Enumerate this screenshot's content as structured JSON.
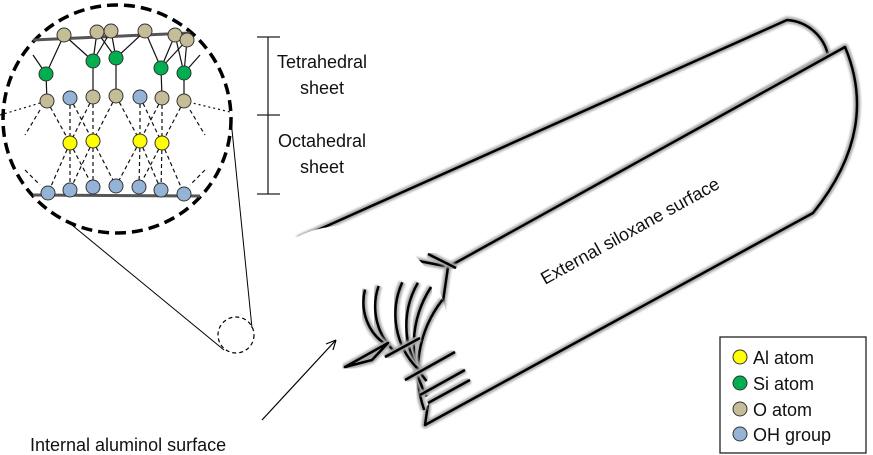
{
  "labels": {
    "tetrahedral_line1": "Tetrahedral",
    "tetrahedral_line2": "sheet",
    "octahedral_line1": "Octahedral",
    "octahedral_line2": "sheet",
    "external_surface": "External  siloxane  surface",
    "internal_surface": "Internal aluminol surface"
  },
  "legend": {
    "items": [
      {
        "label": "Al atom",
        "color": "#ffff00"
      },
      {
        "label": "Si atom",
        "color": "#00b050"
      },
      {
        "label": "O atom",
        "color": "#c4bd97"
      },
      {
        "label": "OH group",
        "color": "#95b3d7"
      }
    ]
  }
}
